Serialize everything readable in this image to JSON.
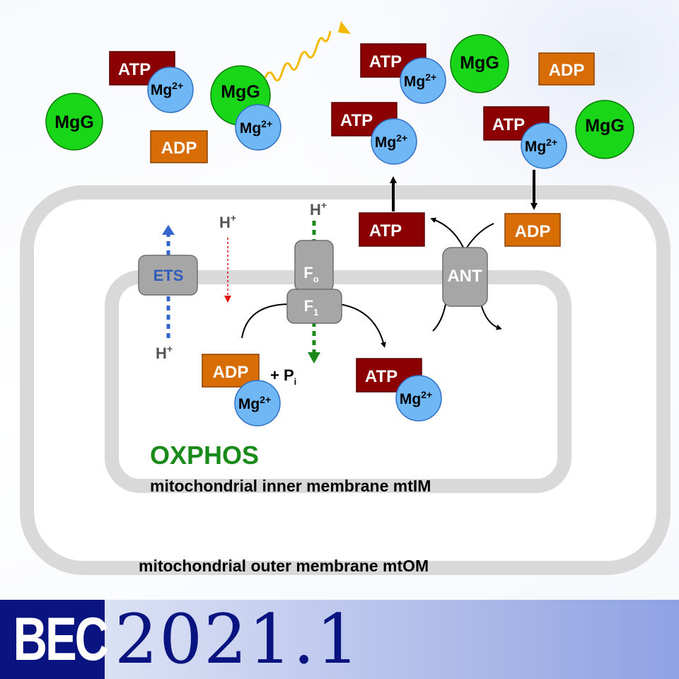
{
  "labels": {
    "atp": "ATP",
    "adp": "ADP",
    "mgg": "MgG",
    "mg": "Mg",
    "mg_charge": "2+",
    "proton": "H",
    "proton_charge": "+",
    "ets": "ETS",
    "fo": "F",
    "fo_sub": "o",
    "f1": "F",
    "f1_sub": "1",
    "ant": "ANT",
    "pi_prefix": "+ P",
    "pi_sub": "i",
    "oxphos": "OXPHOS",
    "inner_membrane": "mitochondrial inner membrane mtIM",
    "outer_membrane": "mitochondrial outer membrane mtOM"
  },
  "banner": {
    "logo": "BEC",
    "issue": "2021.1"
  },
  "colors": {
    "atp_box": "#8b0000",
    "adp_box": "#d86c05",
    "mgg_circle": "#19d619",
    "mg_circle": "#6fb7f5",
    "membrane": "#d9d9d9",
    "complex": "#a6a6a6",
    "ets_text": "#2e5cb8",
    "proton_ets_arrow": "#3366cc",
    "proton_atpase_arrow": "#1a8a1a",
    "proton_leak_arrow": "#e01010",
    "oxphos_text": "#1a8a1a",
    "banner_dark": "#0a1480",
    "photon": "#f5b800"
  }
}
